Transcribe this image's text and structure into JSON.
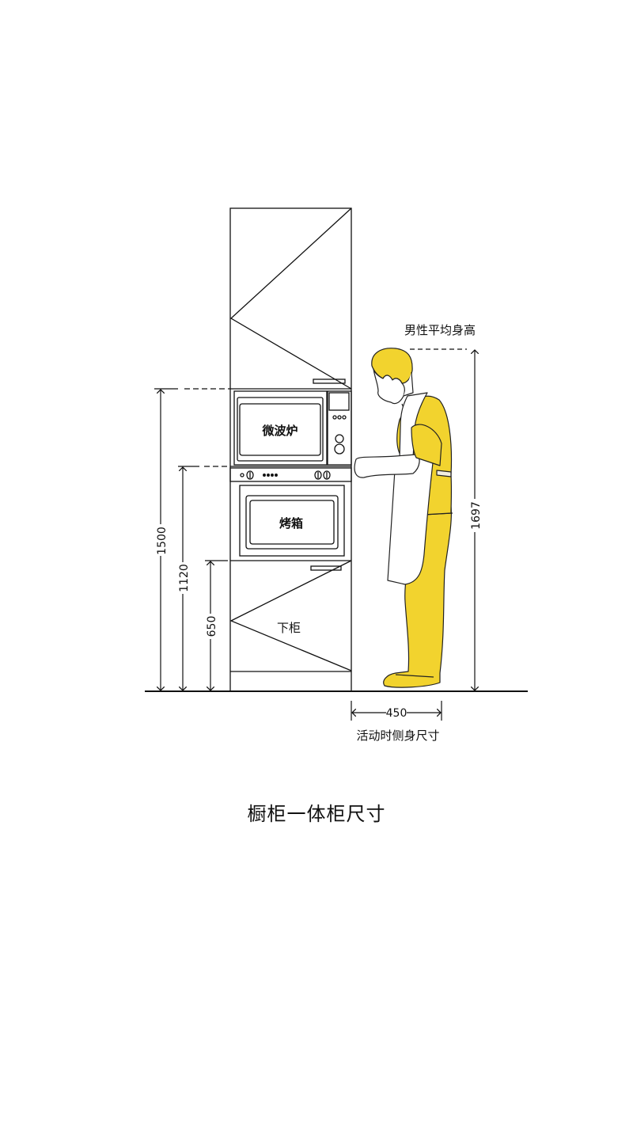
{
  "diagram": {
    "title": "橱柜一体柜尺寸",
    "colors": {
      "line": "#111111",
      "figure_fill": "#f2d32e",
      "background": "#ffffff"
    },
    "cabinet": {
      "microwave_label": "微波炉",
      "oven_label": "烤箱",
      "lower_cabinet_label": "下柜"
    },
    "dimensions": {
      "microwave_bottom_height": "1500",
      "oven_top_height": "1120",
      "lower_cabinet_height": "650",
      "male_height": "1697",
      "side_body_width": "450"
    },
    "annotations": {
      "male_height_label": "男性平均身高",
      "side_width_label": "活动时侧身尺寸"
    }
  }
}
